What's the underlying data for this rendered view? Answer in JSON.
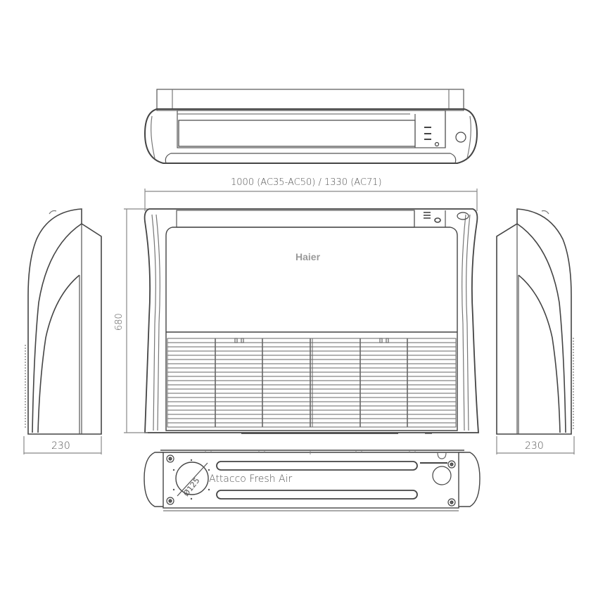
{
  "dimensions": {
    "width_label": "1000 (AC35-AC50) / 1330 (AC71)",
    "height_label": "680",
    "depth_left_label": "230",
    "depth_right_label": "230",
    "duct_diameter_label": "Ø125"
  },
  "views": {
    "top_view": "top-view",
    "front_view": "front-view",
    "left_side_view": "left-side-view",
    "right_side_view": "right-side-view",
    "rear_view": "rear-view"
  },
  "brand_logo": "Haier",
  "fresh_air_label": "Attacco Fresh Air",
  "colors": {
    "line": "#444444",
    "dim_line": "#777777",
    "text": "#555555",
    "logo": "#9a9a9a"
  }
}
